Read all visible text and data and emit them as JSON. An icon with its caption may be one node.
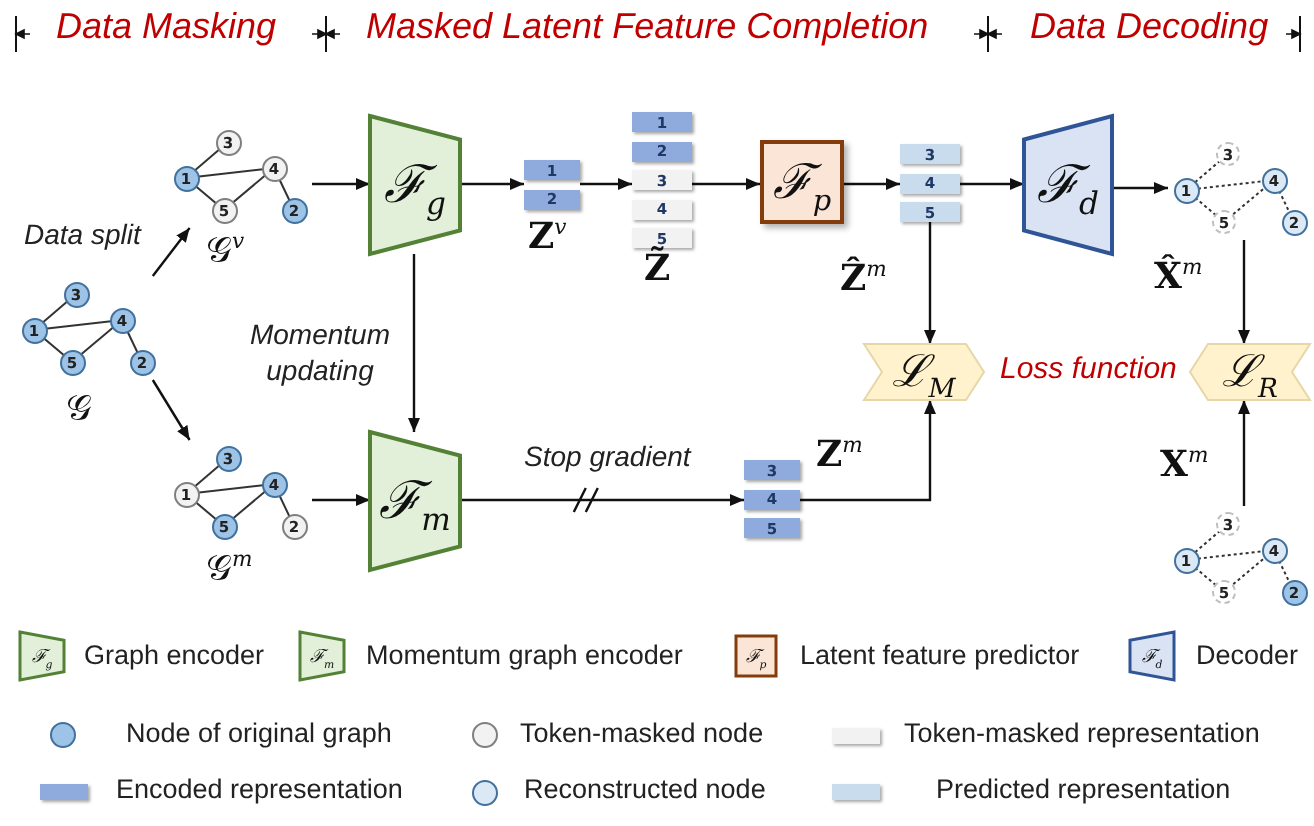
{
  "diagram": {
    "nodes": [
      {
        "text": [
          "1",
          "2",
          "3",
          "4",
          "5"
        ],
        "beside": [
          "𝒢"
        ]
      },
      {
        "text": [
          "1",
          "2",
          "3",
          "4",
          "5"
        ],
        "beside": [
          "𝒢$^{v}$"
        ]
      },
      {
        "text": [
          "1",
          "2",
          "3",
          "4",
          "5"
        ],
        "beside": [
          "𝒢$^{m}$"
        ]
      },
      {
        "text": [
          "ℱ$_{g}$"
        ]
      },
      {
        "text": [
          "ℱ$_{m}$"
        ]
      },
      {
        "text": [
          "1",
          "2"
        ],
        "beside": [
          "**Z**$^{v}$"
        ]
      },
      {
        "text": [
          "1",
          "2",
          "3",
          "4",
          "5"
        ],
        "beside": [
          "Z̃"
        ]
      },
      {
        "text": [
          "ℱ$_{p}$"
        ]
      },
      {
        "text": [
          "3",
          "4",
          "5"
        ],
        "beside": [
          "**Ẑ**$^{m}$"
        ]
      },
      {
        "text": [
          "ℱ$_{d}$"
        ]
      },
      {
        "text": [
          "1",
          "2",
          "3",
          "4",
          "5"
        ],
        "beside": [
          "**X̂**$^{m}$"
        ]
      },
      {
        "text": [
          "3",
          "4",
          "5"
        ],
        "beside": [
          "**Z**$^{m}$"
        ]
      },
      {
        "text": [
          "ℒ$_{M}$"
        ]
      },
      {
        "text": [
          "ℒ$_{R}$"
        ]
      },
      {
        "text": [
          "1",
          "2",
          "3",
          "4",
          "5"
        ],
        "beside": [
          "**X**$^{m}$"
        ]
      }
    ],
    "edges": [
      {
        "from": 0,
        "to": 1,
        "arrow": "to",
        "label": "Data split"
      },
      {
        "from": 0,
        "to": 2,
        "arrow": "to"
      },
      {
        "from": 1,
        "to": 3,
        "arrow": "to"
      },
      {
        "from": 2,
        "to": 4,
        "arrow": "to"
      },
      {
        "from": 3,
        "to": 4,
        "arrow": "to",
        "label": "Momentum updating"
      },
      {
        "from": 3,
        "to": 5,
        "arrow": "to"
      },
      {
        "from": 5,
        "to": 6,
        "arrow": "to"
      },
      {
        "from": 6,
        "to": 7,
        "arrow": "to"
      },
      {
        "from": 7,
        "to": 8,
        "arrow": "to"
      },
      {
        "from": 8,
        "to": 9,
        "arrow": "to"
      },
      {
        "from": 9,
        "to": 10,
        "arrow": "to"
      },
      {
        "from": 8,
        "to": 12,
        "arrow": "to"
      },
      {
        "from": 4,
        "to": 11,
        "arrow": "to",
        "label": "Stop gradient"
      },
      {
        "from": 11,
        "to": 12,
        "arrow": "to"
      },
      {
        "from": 10,
        "to": 13,
        "arrow": "to"
      },
      {
        "from": 14,
        "to": 13,
        "arrow": "to"
      }
    ],
    "labels": [
      "Data Masking",
      "Masked Latent Feature Completion",
      "Data Decoding",
      "Loss function",
      "ℱ$_{g}$",
      "ℱ$_{m}$",
      "ℱ$_{p}$",
      "ℱ$_{d}$"
    ],
    "legend": [
      {
        "text": "Graph encoder"
      },
      {
        "text": "Momentum graph encoder"
      },
      {
        "text": "Latent feature predictor"
      },
      {
        "text": "Decoder"
      },
      {
        "text": "Node of original graph"
      },
      {
        "text": "Token-masked node"
      },
      {
        "text": "Token-masked representation",
        "color": "#f2f2f2"
      },
      {
        "text": "Encoded representation",
        "color": "#8faadc"
      },
      {
        "text": "Reconstructed node"
      },
      {
        "text": "Predicted representation",
        "color": "#c9dcee"
      }
    ]
  }
}
